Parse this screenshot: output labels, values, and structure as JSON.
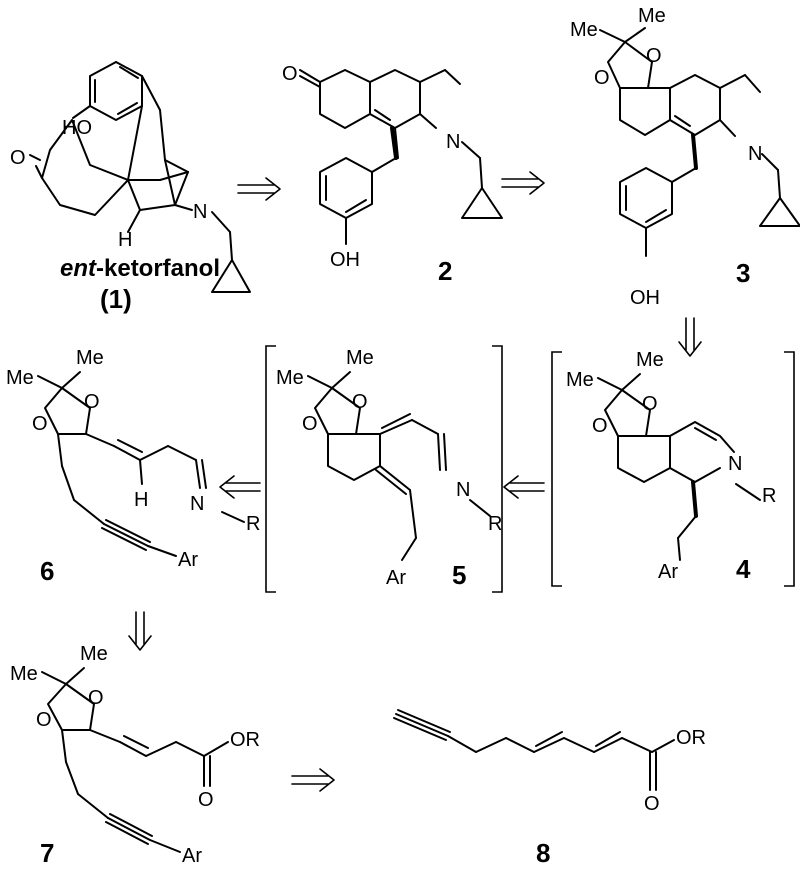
{
  "compounds": {
    "c1": {
      "name_prefix": "ent",
      "name_suffix": "-ketorfanol",
      "number": "(1)"
    },
    "c2": {
      "number": "2"
    },
    "c3": {
      "number": "3"
    },
    "c4": {
      "number": "4"
    },
    "c5": {
      "number": "5"
    },
    "c6": {
      "number": "6"
    },
    "c7": {
      "number": "7"
    },
    "c8": {
      "number": "8"
    }
  },
  "atoms": {
    "ho": "HO",
    "oh": "OH",
    "o": "O",
    "n": "N",
    "h": "H",
    "me": "Me",
    "r": "R",
    "ar": "Ar",
    "or": "OR"
  },
  "arrows": {
    "symbol": "retrosynthetic"
  }
}
